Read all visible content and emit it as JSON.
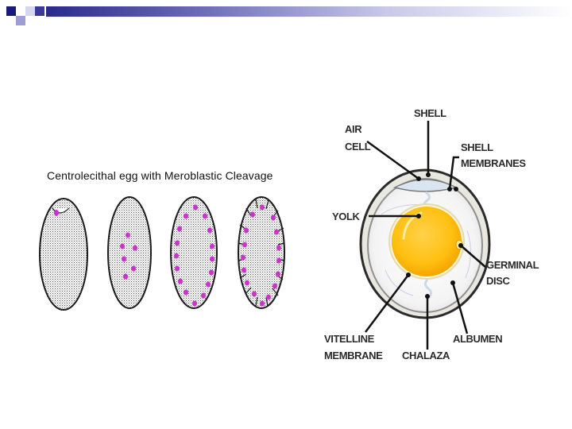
{
  "colors": {
    "accent_dark": "#1a1a7a",
    "accent_mid": "#6d6db8",
    "accent_light": "#c9c9e8",
    "nucleus": "#cc33cc",
    "yolk": "#ffc20e",
    "egg_outline": "#1b1b1b"
  },
  "caption": "Centrolecithal egg with Meroblastic Cleavage",
  "egg_labels": {
    "shell": "SHELL",
    "air_cell_line1": "AIR",
    "air_cell_line2": "CELL",
    "shell_membranes_line1": "SHELL",
    "shell_membranes_line2": "MEMBRANES",
    "yolk": "YOLK",
    "germinal_disc_line1": "GERMINAL",
    "germinal_disc_line2": "DISC",
    "vitelline_line1": "VITELLINE",
    "vitelline_line2": "MEMBRANE",
    "chalaza": "CHALAZA",
    "albumen": "ALBUMEN"
  }
}
